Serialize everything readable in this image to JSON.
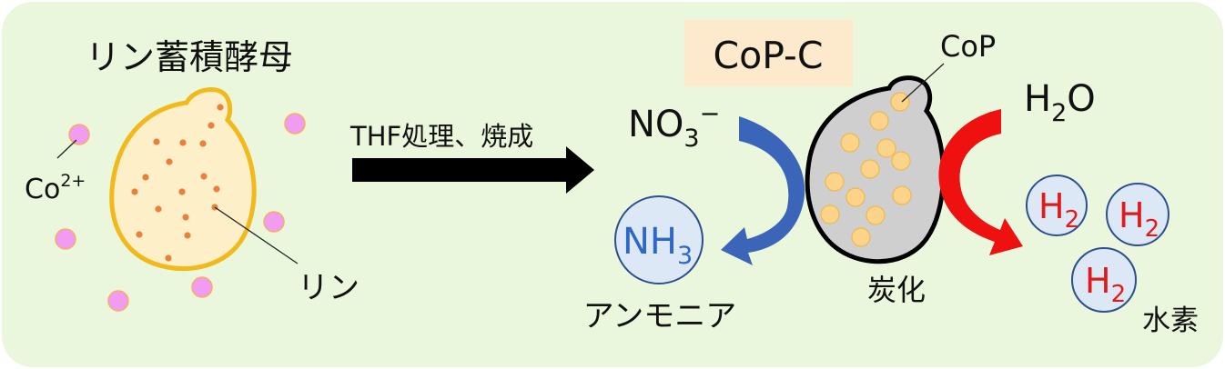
{
  "colors": {
    "background": "#ebf7dd",
    "yeast_fill": "#fdf0c8",
    "yeast_stroke": "#f2b91c",
    "phosphorus_dot": "#e9803d",
    "cobalt_ion": "#f19cf0",
    "cobalt_ion_stroke": "#f4b060",
    "cop_label_bg": "#fde9cc",
    "carbon_fill": "#cfcfcf",
    "cop_particle": "#fbd48a",
    "blue_arrow": "#3a65b8",
    "red_arrow": "#ef1010",
    "bubble_fill": "#dde8f7",
    "bubble_stroke": "#2c4f8f",
    "nh3_text": "#2f67c6",
    "h2_text": "#e01a1a"
  },
  "left": {
    "title": "リン蓄積酵母",
    "cobalt_label_base": "Co",
    "cobalt_label_sup": "2+",
    "phosphorus_label": "リン"
  },
  "process": {
    "label": "THF処理、焼成"
  },
  "right": {
    "product_label": "CoP-C",
    "cop_label": "CoP",
    "carbonization_label": "炭化",
    "nitrate": {
      "base": "NO",
      "sub": "3",
      "sup": "−"
    },
    "ammonia": {
      "base": "NH",
      "sub": "3",
      "label": "アンモニア"
    },
    "water": {
      "base": "H",
      "sub": "2",
      "tail": "O"
    },
    "hydrogen": {
      "base": "H",
      "sub": "2",
      "label": "水素"
    }
  }
}
